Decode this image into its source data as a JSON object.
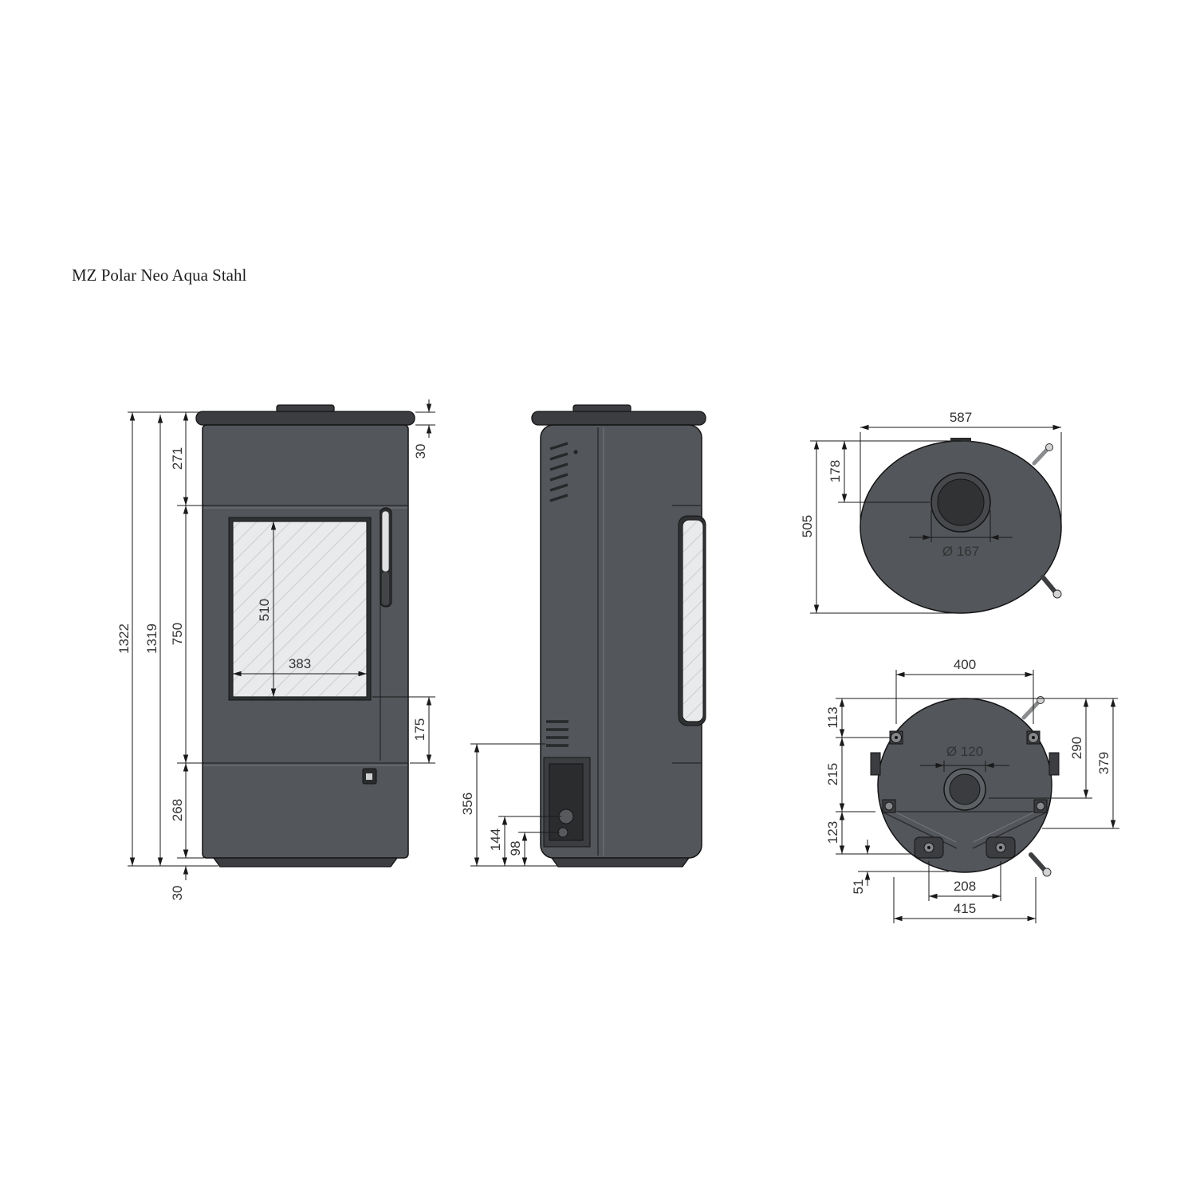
{
  "title": "MZ Polar Neo Aqua Stahl",
  "colors": {
    "stove_body": "#53565b",
    "top_plate": "#3b3d40",
    "glass": "#e9eaeb",
    "hatch_line": "#c3c5c7",
    "outline": "#141414",
    "dimension_line": "#1a1a1a",
    "dimension_text": "#333333"
  },
  "front": {
    "total_height": "1322",
    "body_height": "1319",
    "top_section": "271",
    "door_section": "750",
    "lower_section": "268",
    "base_height": "30",
    "top_plate_thickness": "30",
    "glass_height": "510",
    "glass_width": "383",
    "below_glass": "175"
  },
  "side": {
    "connection_height": "356",
    "return_height": "144",
    "drain_height": "98"
  },
  "top": {
    "width": "587",
    "depth": "505",
    "flue_offset": "178",
    "flue_diameter": "Ø 167"
  },
  "bottom": {
    "bolt_width": "400",
    "offset_113": "113",
    "offset_215": "215",
    "offset_123": "123",
    "offset_51": "51",
    "offset_290": "290",
    "offset_379": "379",
    "inlet_diameter": "Ø 120",
    "foot_width": "208",
    "base_width": "415"
  }
}
